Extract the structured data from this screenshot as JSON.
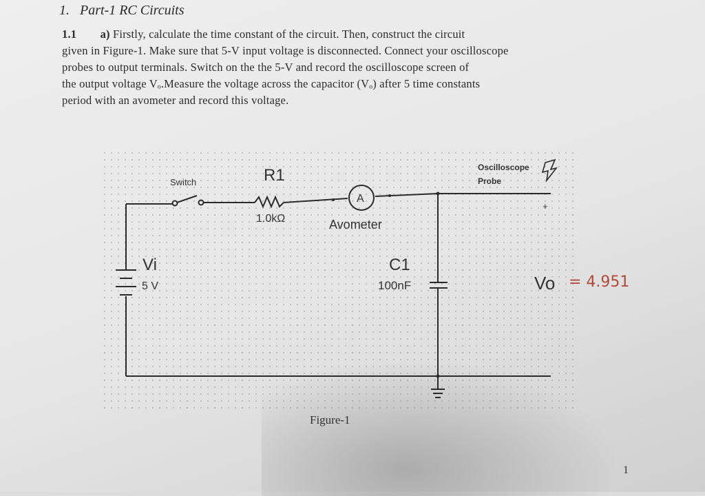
{
  "section": {
    "number": "1.",
    "title": "Part-1 RC Circuits"
  },
  "question": {
    "number": "1.1",
    "part": "a)",
    "lines": [
      "Firstly, calculate the time constant of the circuit. Then, construct the circuit",
      "given in Figure-1. Make sure that 5-V input voltage is disconnected. Connect your oscilloscope",
      "probes to output terminals. Switch on the the 5-V and record the oscilloscope screen of",
      "the output voltage Vₒ.Measure the voltage across the capacitor (Vₒ) after 5 time constants",
      "period with an avometer and record this voltage."
    ]
  },
  "circuit": {
    "switch_label": "Switch",
    "resistor_name": "R1",
    "resistor_value": "1.0kΩ",
    "ammeter_symbol": "A",
    "ammeter_label": "Avometer",
    "source_name": "Vi",
    "source_value": "5 V",
    "capacitor_name": "C1",
    "capacitor_value": "100nF",
    "probe_label_line1": "Oscilloscope",
    "probe_label_line2": "Probe",
    "probe_plus": "+",
    "output_label": "Vo",
    "handwritten_value": "= 4.951"
  },
  "figure_caption": "Figure-1",
  "page_number": "1"
}
